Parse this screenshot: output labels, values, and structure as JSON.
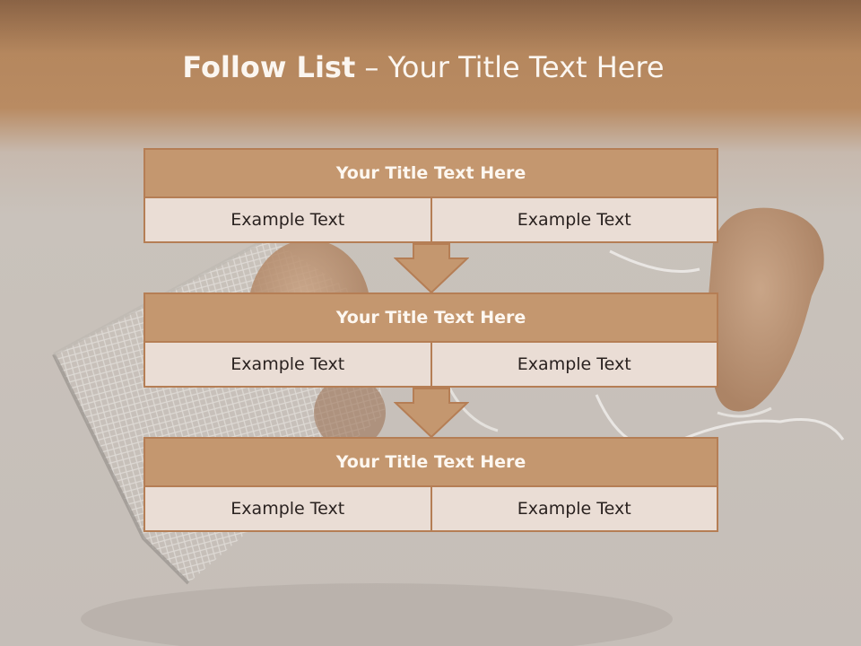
{
  "title": {
    "bold": "Follow List",
    "rest": " – Your Title Text Here"
  },
  "blocks": [
    {
      "heading": "Your Title Text Here",
      "left": "Example Text",
      "right": "Example Text"
    },
    {
      "heading": "Your Title Text Here",
      "left": "Example Text",
      "right": "Example Text"
    },
    {
      "heading": "Your Title Text Here",
      "left": "Example Text",
      "right": "Example Text"
    }
  ],
  "colors": {
    "header_band": "#b5875e",
    "box_heading": "#c4976f",
    "box_cell": "#eaddd5",
    "box_border": "#b57e55",
    "arrow": "#c4976f"
  }
}
